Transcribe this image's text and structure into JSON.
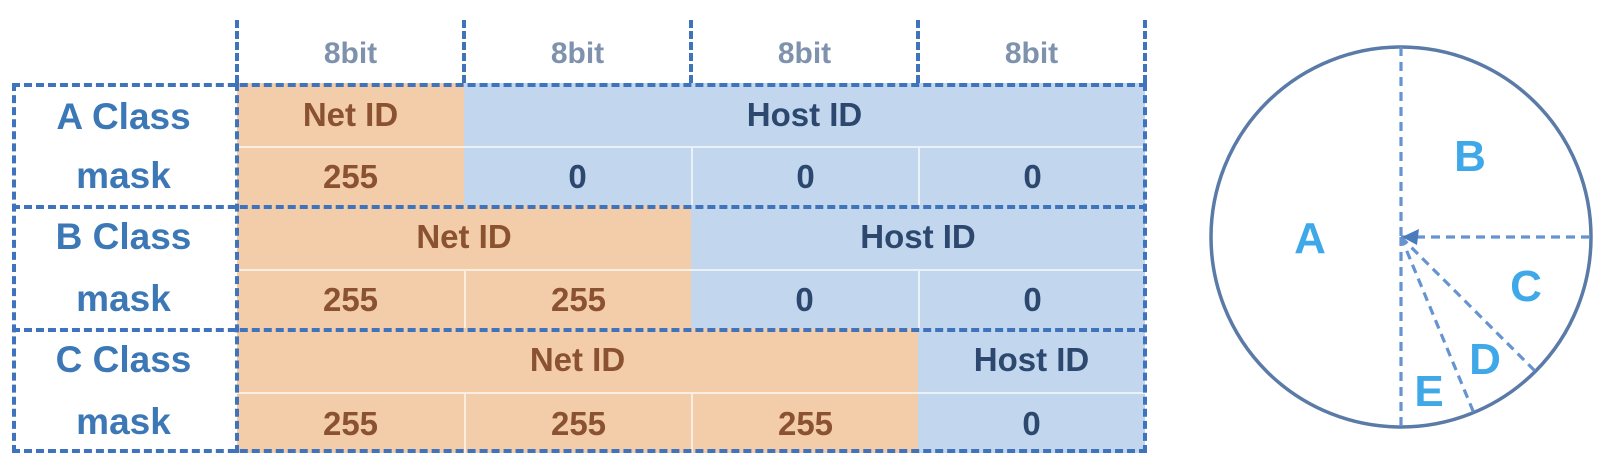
{
  "header": {
    "bit_labels": [
      "8bit",
      "8bit",
      "8bit",
      "8bit"
    ]
  },
  "table": {
    "sections": [
      {
        "class_label": "A Class",
        "mask_row_label": "mask",
        "net_label": "Net ID",
        "host_label": "Host ID",
        "net_octets": 1,
        "mask_values": [
          "255",
          "0",
          "0",
          "0"
        ]
      },
      {
        "class_label": "B Class",
        "mask_row_label": "mask",
        "net_label": "Net ID",
        "host_label": "Host ID",
        "net_octets": 2,
        "mask_values": [
          "255",
          "255",
          "0",
          "0"
        ]
      },
      {
        "class_label": "C Class",
        "mask_row_label": "mask",
        "net_label": "Net ID",
        "host_label": "Host ID",
        "net_octets": 3,
        "mask_values": [
          "255",
          "255",
          "255",
          "0"
        ]
      }
    ]
  },
  "pie": {
    "segments": [
      {
        "label": "A",
        "fraction": 0.5,
        "start_deg": 90,
        "end_deg": 270
      },
      {
        "label": "B",
        "fraction": 0.25,
        "start_deg": 0,
        "end_deg": 90
      },
      {
        "label": "C",
        "fraction": 0.125,
        "start_deg": -45,
        "end_deg": 0
      },
      {
        "label": "D",
        "fraction": 0.0625,
        "start_deg": -67.5,
        "end_deg": -45
      },
      {
        "label": "E",
        "fraction": 0.0625,
        "start_deg": -90,
        "end_deg": -67.5
      }
    ]
  },
  "colors": {
    "border_blue": "#3f74bd",
    "net_fill": "#f3cda9",
    "host_fill": "#c2d6ee",
    "net_text": "#8a5230",
    "host_text": "#2d486e",
    "class_label_text": "#3c77b6",
    "bit_label_text": "#7e92ad",
    "circle_stroke": "#5a7aa8",
    "radius_dash": "#6694d0",
    "pie_label_text": "#3fa8e8"
  }
}
